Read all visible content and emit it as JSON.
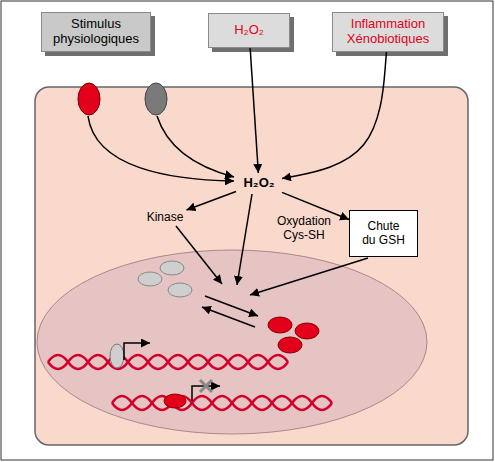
{
  "diagram": {
    "nodes": [
      {
        "text": [
          "Stimulus physiologiques"
        ]
      },
      {
        "text": [
          "H₂O₂"
        ]
      },
      {
        "text": [
          "Inflammation Xénobiotiques"
        ]
      },
      {
        "text": [
          "H₂O₂"
        ]
      },
      {
        "text": [
          "Kinase"
        ]
      },
      {
        "text": [
          "Chute du GSH"
        ]
      }
    ],
    "edges": [
      {
        "from": 1,
        "to": 3,
        "arrow": "to"
      },
      {
        "from": 2,
        "to": 3,
        "arrow": "to"
      },
      {
        "from": 3,
        "to": 4,
        "arrow": "to"
      },
      {
        "from": 3,
        "to": 5,
        "arrow": "to"
      }
    ],
    "labels": [
      "Oxydation Cys-SH"
    ]
  }
}
